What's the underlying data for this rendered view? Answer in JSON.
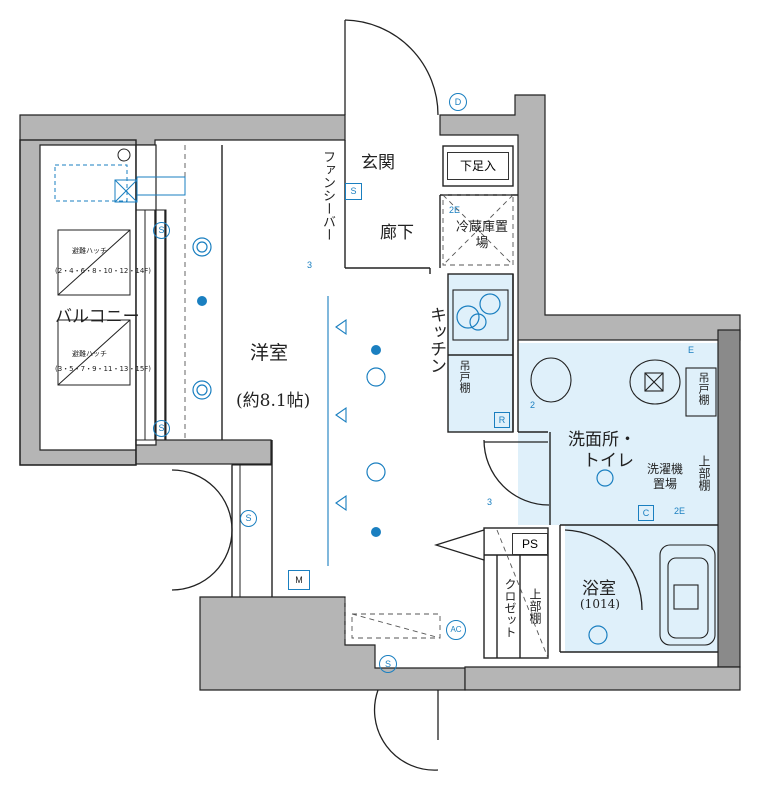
{
  "rooms": {
    "western_room": "洋室",
    "western_room_size": "(約8.1帖)",
    "entrance": "玄関",
    "shoe_box": "下足入",
    "hallway": "廊下",
    "fridge_space": "冷蔵庫置場",
    "kitchen": "キッチン",
    "fan_seeper": "ファンシーバー",
    "balcony": "バルコニー",
    "washroom_toilet_1": "洗面所・",
    "washroom_toilet_2": "トイレ",
    "washer_space": "洗濯機置場",
    "upper_shelf_right": "上部棚",
    "bathroom": "浴室",
    "bathroom_size": "(1014)",
    "closet": "クロゼット",
    "upper_shelf_closet": "上部棚",
    "hanging_shelf_kitchen": "吊戸棚",
    "hanging_shelf_toilet": "吊戸棚",
    "ps": "PS"
  },
  "hatches": {
    "top": "避難ハッチ",
    "top_floors": "(2・4・6・8・10・12・14F)",
    "bottom": "避難ハッチ",
    "bottom_floors": "(3・5・7・9・11・13・15F)"
  },
  "symbols": {
    "doorbell": "D",
    "switch": "S",
    "multimedia": "M",
    "aircon": "AC",
    "outlet_3": "3",
    "outlet_2e": "2E",
    "outlet_2": "2",
    "outlet_e": "E",
    "refrigerator_outlet": "R",
    "washer_outlet": "C"
  },
  "colors": {
    "wall": "#b5b5b5",
    "wet_area": "#dff0fa",
    "equipment": "#1a7fc0",
    "line": "#222222"
  }
}
